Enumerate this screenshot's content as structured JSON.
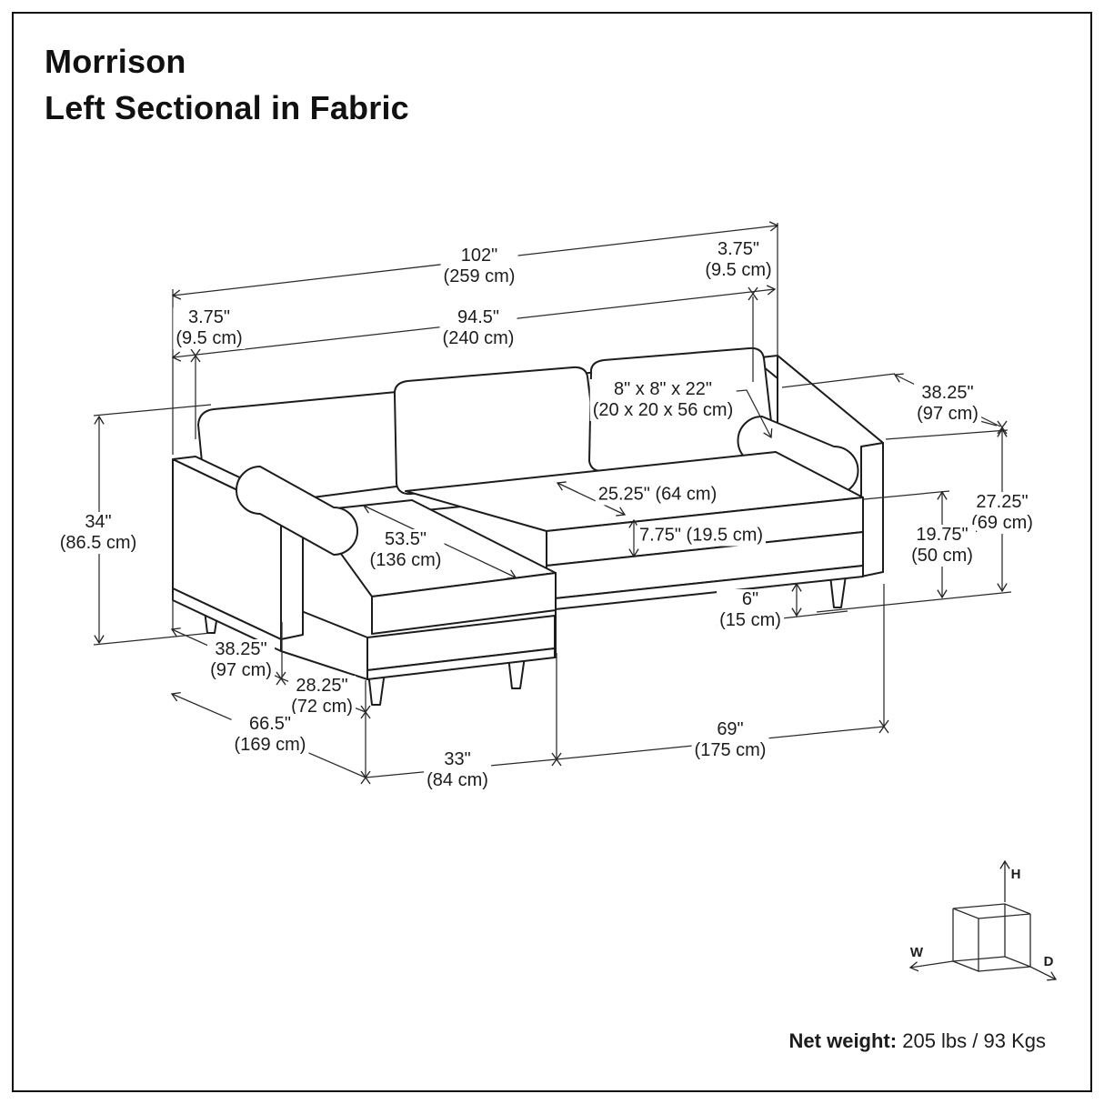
{
  "header": {
    "title_line1": "Morrison",
    "title_line2": "Left Sectional in Fabric"
  },
  "footer": {
    "net_weight_label": "Net weight:",
    "net_weight_value": "205 lbs / 93 Kgs"
  },
  "orientation_cube": {
    "width_axis": "W",
    "height_axis": "H",
    "depth_axis": "D"
  },
  "dimensions": {
    "total_width": {
      "in": "102\"",
      "cm": "(259 cm)"
    },
    "left_arm_offset": {
      "in": "3.75\"",
      "cm": "(9.5 cm)"
    },
    "right_arm_offset": {
      "in": "3.75\"",
      "cm": "(9.5 cm)"
    },
    "inner_width": {
      "in": "94.5\"",
      "cm": "(240 cm)"
    },
    "overall_height": {
      "in": "34\"",
      "cm": "(86.5 cm)"
    },
    "overall_depth": {
      "in": "38.25\"",
      "cm": "(97 cm)"
    },
    "arm_height": {
      "in": "27.25\"",
      "cm": "(69 cm)"
    },
    "seat_height": {
      "in": "19.75\"",
      "cm": "(50 cm)"
    },
    "bolster_pillow": {
      "in": "8\" x 8\" x 22\"",
      "cm": "(20 x 20 x 56 cm)"
    },
    "seat_depth": {
      "text": "25.25\" (64 cm)"
    },
    "seat_cushion_thickness": {
      "text": "7.75\" (19.5 cm)"
    },
    "chaise_length": {
      "in": "53.5\"",
      "cm": "(136 cm)"
    },
    "leg_height": {
      "in": "6\"",
      "cm": "(15 cm)"
    },
    "chaise_depth": {
      "in": "38.25\"",
      "cm": "(97 cm)"
    },
    "chaise_extension_depth": {
      "in": "28.25\"",
      "cm": "(72 cm)"
    },
    "total_depth": {
      "in": "66.5\"",
      "cm": "(169 cm)"
    },
    "chaise_width": {
      "in": "33\"",
      "cm": "(84 cm)"
    },
    "sofa_section_width": {
      "in": "69\"",
      "cm": "(175 cm)"
    }
  }
}
